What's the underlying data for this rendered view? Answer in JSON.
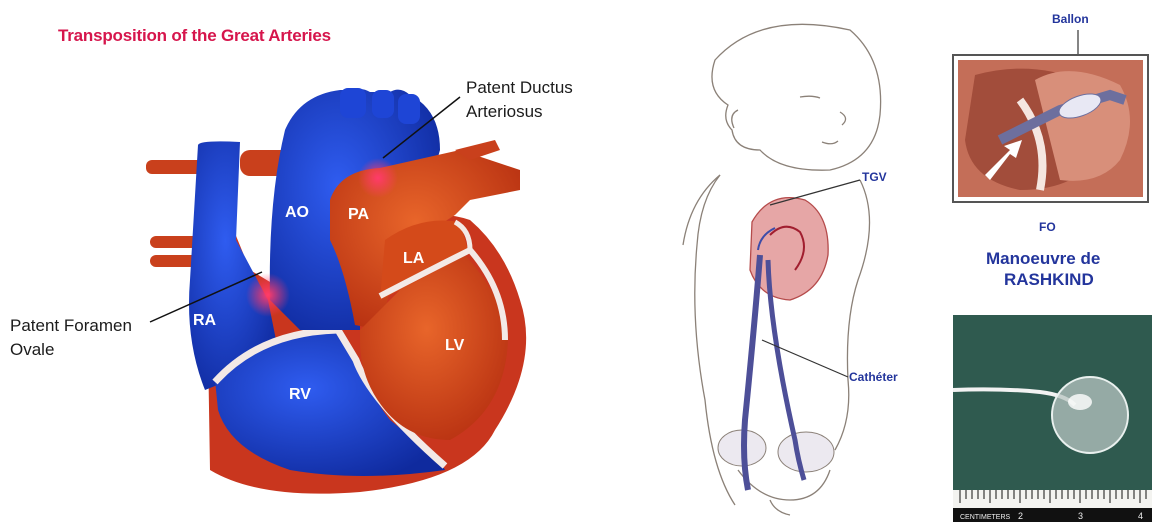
{
  "left_panel": {
    "title": "Transposition of the Great Arteries",
    "callouts": {
      "ductus_line1": "Patent Ductus",
      "ductus_line2": "Arteriosus",
      "foramen_line1": "Patent Foramen",
      "foramen_line2": "Ovale"
    },
    "chambers": {
      "ao": "AO",
      "pa": "PA",
      "la": "LA",
      "ra": "RA",
      "lv": "LV",
      "rv": "RV"
    }
  },
  "right_panel": {
    "labels": {
      "tgv": "TGV",
      "catheter": "Cathéter",
      "ballon": "Ballon",
      "fo": "FO",
      "manoeuvre_line1": "Manoeuvre de",
      "manoeuvre_line2": "RASHKIND"
    },
    "ruler_text": {
      "brand": "CENTIMETERS",
      "n2": "2",
      "n3": "3",
      "n4": "4"
    }
  },
  "colors": {
    "title": "#d6154c",
    "venous_blue": "#1a3fcf",
    "arterial_red": "#d6451a",
    "annotation_blue": "#23359c",
    "photo_green": "#2f5a4f"
  }
}
